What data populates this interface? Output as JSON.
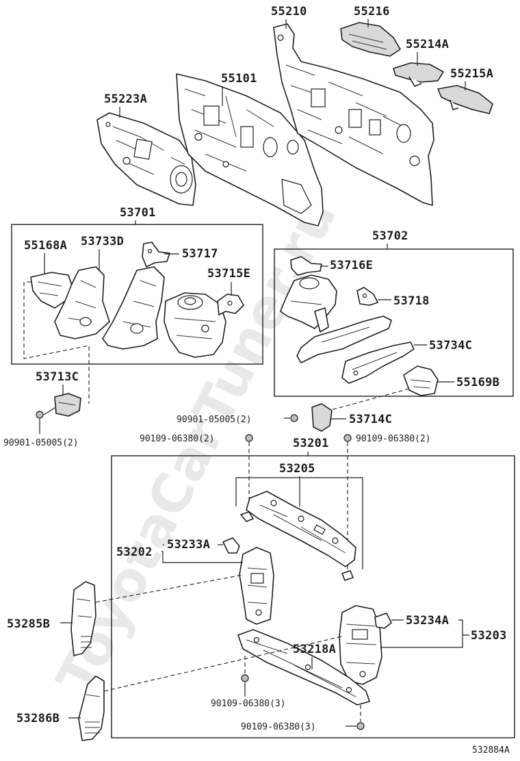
{
  "watermark": "ToyotaCarTuner.ru",
  "diagram_id": "532884A",
  "labels": {
    "p55210": "55210",
    "p55216": "55216",
    "p55214A": "55214A",
    "p55215A": "55215A",
    "p55101": "55101",
    "p55223A": "55223A",
    "p53701": "53701",
    "p55168A": "55168A",
    "p53733D": "53733D",
    "p53717": "53717",
    "p53715E": "53715E",
    "p53702": "53702",
    "p53716E": "53716E",
    "p53718": "53718",
    "p53734C": "53734C",
    "p55169B": "55169B",
    "p53713C": "53713C",
    "p53714C": "53714C",
    "b90901_left": "90901-05005(2)",
    "b90901_mid": "90901-05005(2)",
    "b90109_topleft": "90109-06380(2)",
    "b90109_topright": "90109-06380(2)",
    "p53201": "53201",
    "p53205": "53205",
    "p53202": "53202",
    "p53233A": "53233A",
    "p53285B": "53285B",
    "p53234A": "53234A",
    "p53203": "53203",
    "p53218A": "53218A",
    "p53286B": "53286B",
    "b90109_bottom1": "90109-06380(3)",
    "b90109_bottom2": "90109-06380(3)"
  }
}
